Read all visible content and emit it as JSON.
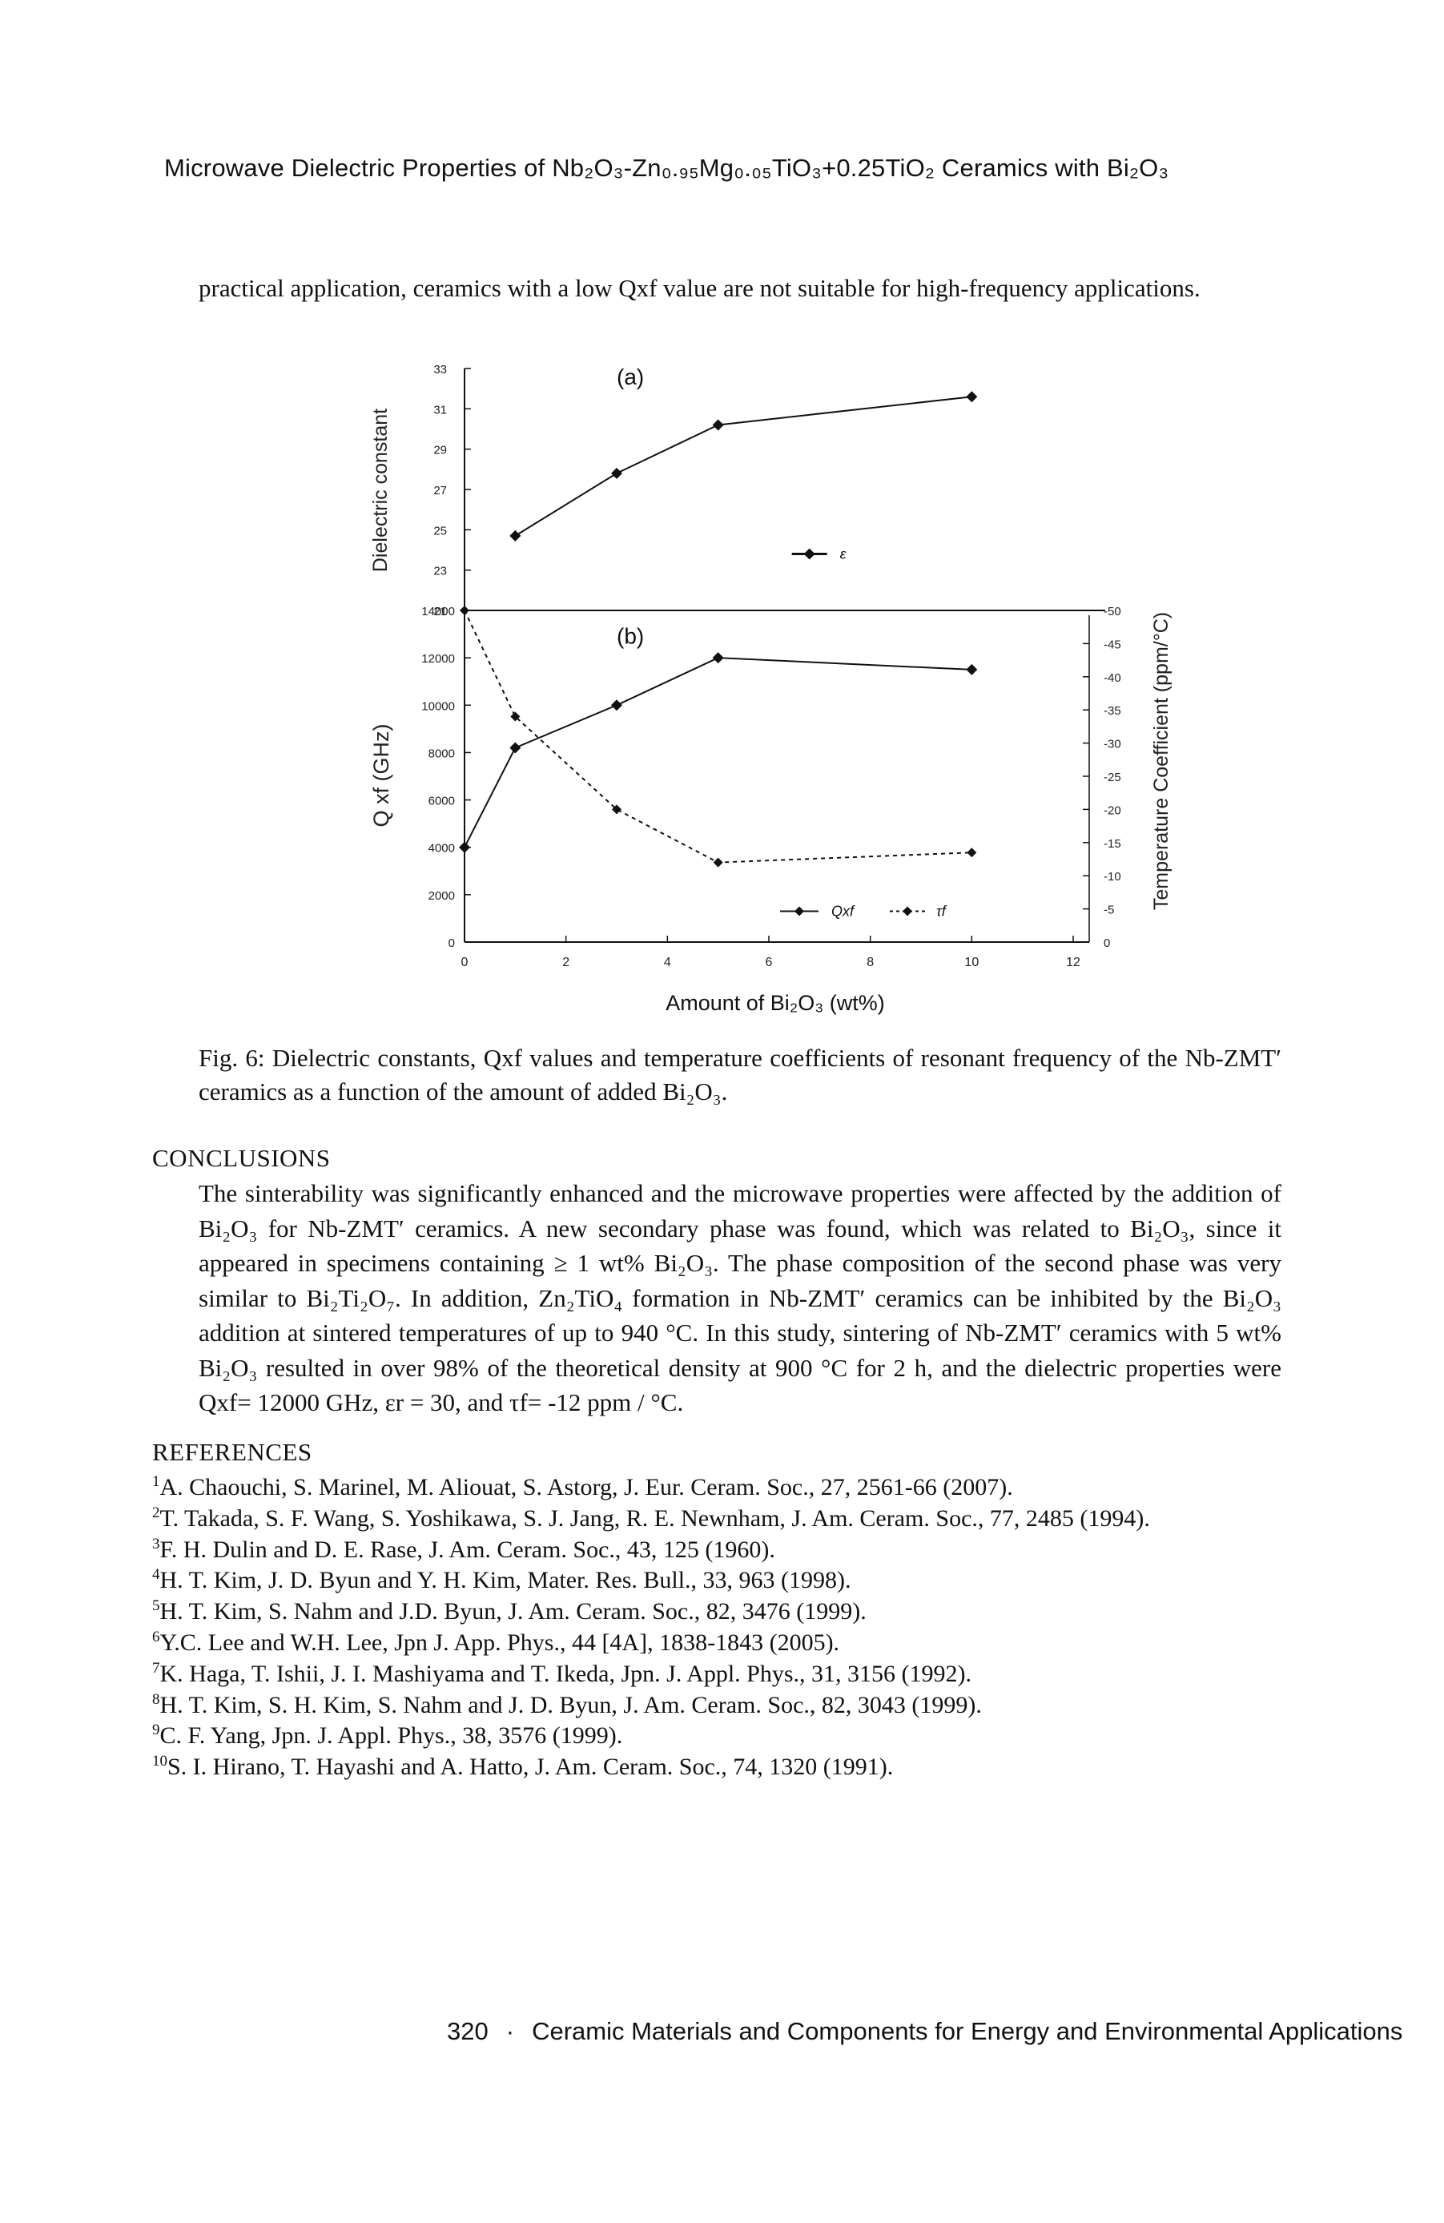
{
  "header": {
    "text": "Microwave Dielectric Properties of Nb₂O₃-Zn₀.₉₅Mg₀.₀₅TiO₃+0.25TiO₂ Ceramics with Bi₂O₃"
  },
  "intro": {
    "text": "practical application, ceramics with a low Qxf value are not suitable for high-frequency applications."
  },
  "figure": {
    "caption": "Fig. 6: Dielectric constants, Qxf values and temperature coefficients of resonant frequency of the Nb-ZMT′ ceramics as a function of the amount of added Bi₂O₃.",
    "top_panel_label": "(a)",
    "bottom_panel_label": "(b)"
  },
  "chart_data": [
    {
      "type": "line",
      "panel": "(a)",
      "xlabel": "Amount of Bi₂O₃ (wt%)",
      "ylabel": "Dielectric constant",
      "ylim": [
        21,
        33
      ],
      "yticks": [
        "21",
        "23",
        "25",
        "27",
        "29",
        "31",
        "33"
      ],
      "series": [
        {
          "name": "ε",
          "x": [
            1,
            3,
            5,
            10
          ],
          "y": [
            24.7,
            27.8,
            30.2,
            31.6
          ]
        }
      ]
    },
    {
      "type": "line",
      "panel": "(b)",
      "xlabel": "Amount of Bi₂O₃ (wt%)",
      "xlim": [
        0,
        12
      ],
      "xticks": [
        "0",
        "2",
        "4",
        "6",
        "8",
        "10",
        "12"
      ],
      "ylabel": "Q xf (GHz)",
      "ylim": [
        0,
        14000
      ],
      "yticks": [
        "0",
        "2000",
        "4000",
        "6000",
        "8000",
        "10000",
        "12000",
        "14000"
      ],
      "y2label": "Temperature Coefficient (ppm/°C)",
      "y2lim": [
        0,
        -50
      ],
      "y2ticks": [
        "0",
        "-5",
        "-10",
        "-15",
        "-20",
        "-25",
        "-30",
        "-35",
        "-40",
        "-45",
        "-50"
      ],
      "series": [
        {
          "name": "Qxf",
          "axis": "left",
          "x": [
            0,
            1,
            3,
            5,
            10
          ],
          "y": [
            4000,
            8200,
            10000,
            12000,
            11500
          ]
        },
        {
          "name": "τf",
          "axis": "right",
          "x": [
            0,
            1,
            3,
            5,
            10
          ],
          "y": [
            -50,
            -34,
            -20,
            -12,
            -13.5
          ]
        }
      ]
    }
  ],
  "conclusions": {
    "heading": "CONCLUSIONS",
    "text": "The sinterability was significantly enhanced and the microwave properties were affected by the addition of Bi₂O₃ for Nb-ZMT′ ceramics. A new secondary phase was found, which was related to Bi₂O₃, since it appeared in specimens containing ≥ 1 wt% Bi₂O₃. The phase composition of the second phase was very similar to Bi₂Ti₂O₇. In addition, Zn₂TiO₄ formation in Nb-ZMT′ ceramics can be inhibited by the Bi₂O₃ addition at sintered temperatures of up to 940 °C. In this study, sintering of Nb-ZMT′ ceramics with 5 wt% Bi₂O₃ resulted in over 98% of the theoretical density at 900 °C for 2 h, and the dielectric properties were Qxf= 12000 GHz, εr = 30, and τf= -12 ppm / °C."
  },
  "references": {
    "heading": "REFERENCES",
    "items": [
      {
        "num": "1",
        "text": "A. Chaouchi, S. Marinel, M. Aliouat, S. Astorg, J. Eur. Ceram. Soc., 27, 2561-66 (2007)."
      },
      {
        "num": "2",
        "text": "T. Takada, S. F. Wang, S. Yoshikawa, S. J. Jang, R. E. Newnham, J. Am. Ceram. Soc., 77, 2485 (1994)."
      },
      {
        "num": "3",
        "text": "F. H. Dulin and D. E. Rase, J. Am. Ceram. Soc., 43, 125 (1960)."
      },
      {
        "num": "4",
        "text": "H. T. Kim, J. D. Byun and Y. H. Kim, Mater. Res. Bull., 33, 963 (1998)."
      },
      {
        "num": "5",
        "text": "H. T. Kim, S. Nahm and J.D. Byun, J. Am. Ceram. Soc., 82, 3476 (1999)."
      },
      {
        "num": "6",
        "text": "Y.C. Lee and W.H. Lee, Jpn J. App. Phys., 44 [4A], 1838-1843 (2005)."
      },
      {
        "num": "7",
        "text": "K. Haga, T. Ishii, J. I. Mashiyama and T. Ikeda, Jpn. J. Appl. Phys., 31, 3156 (1992)."
      },
      {
        "num": "8",
        "text": "H. T. Kim, S. H. Kim, S. Nahm and J. D. Byun, J. Am. Ceram. Soc., 82, 3043 (1999)."
      },
      {
        "num": "9",
        "text": "C. F. Yang, Jpn. J. Appl. Phys., 38, 3576 (1999)."
      },
      {
        "num": "10",
        "text": "S. I. Hirano, T. Hayashi and A. Hatto, J. Am. Ceram. Soc., 74, 1320 (1991)."
      }
    ]
  },
  "footer": {
    "page_number": "320",
    "separator": "·",
    "book_title": "Ceramic Materials and Components for Energy and Environmental Applications"
  }
}
